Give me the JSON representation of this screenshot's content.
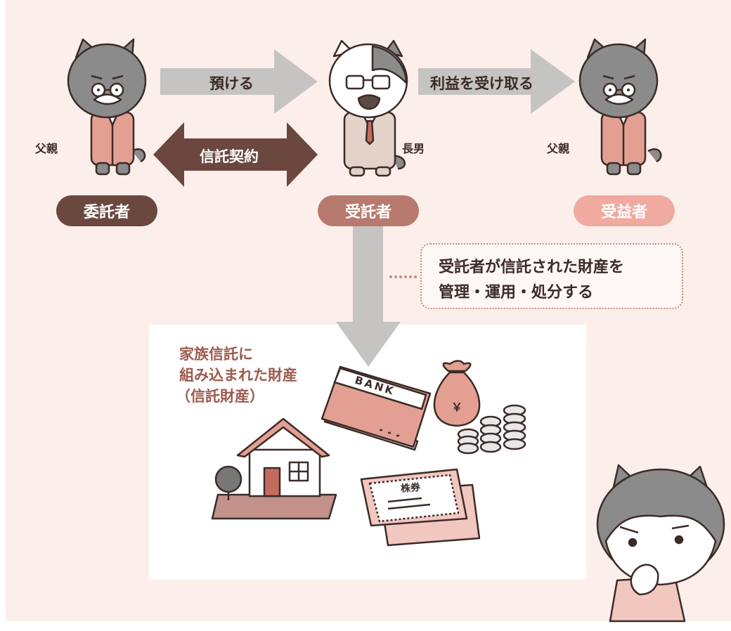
{
  "diagram": {
    "arrows": {
      "entrust": "預ける",
      "contract": "信託契約",
      "receive_profit": "利益を受け取る"
    },
    "people": {
      "settlor_name": "父親",
      "trustee_name": "長男",
      "beneficiary_name": "父親"
    },
    "roles": {
      "settlor": "委託者",
      "trustee": "受託者",
      "beneficiary": "受益者"
    },
    "callout": {
      "line1": "受託者が信託された財産を",
      "line2": "管理・運用・処分する"
    },
    "assets": {
      "line1": "家族信託に",
      "line2": "組み込まれた財産",
      "line3": "（信託財産）",
      "bankbook_text": "BANK",
      "moneybag_symbol": "￥",
      "certificate_text": "株券"
    }
  },
  "colors": {
    "background": "#fcefeb",
    "settlor_pill": "#6b4740",
    "trustee_pill": "#b87a6e",
    "beneficiary_pill": "#f0aaa0",
    "arrow_gray": "#c6c3c3",
    "contract_arrow": "#6b4740",
    "cat_gray": "#8b8b8b",
    "outfit_pink": "#e3a092",
    "suit_beige": "#e3d2ca"
  },
  "icons": [
    "cat-father-icon",
    "cat-son-icon",
    "cat-thinking-icon",
    "house-icon",
    "bankbook-icon",
    "money-bag-icon",
    "coin-stack-icon",
    "certificate-icon"
  ]
}
